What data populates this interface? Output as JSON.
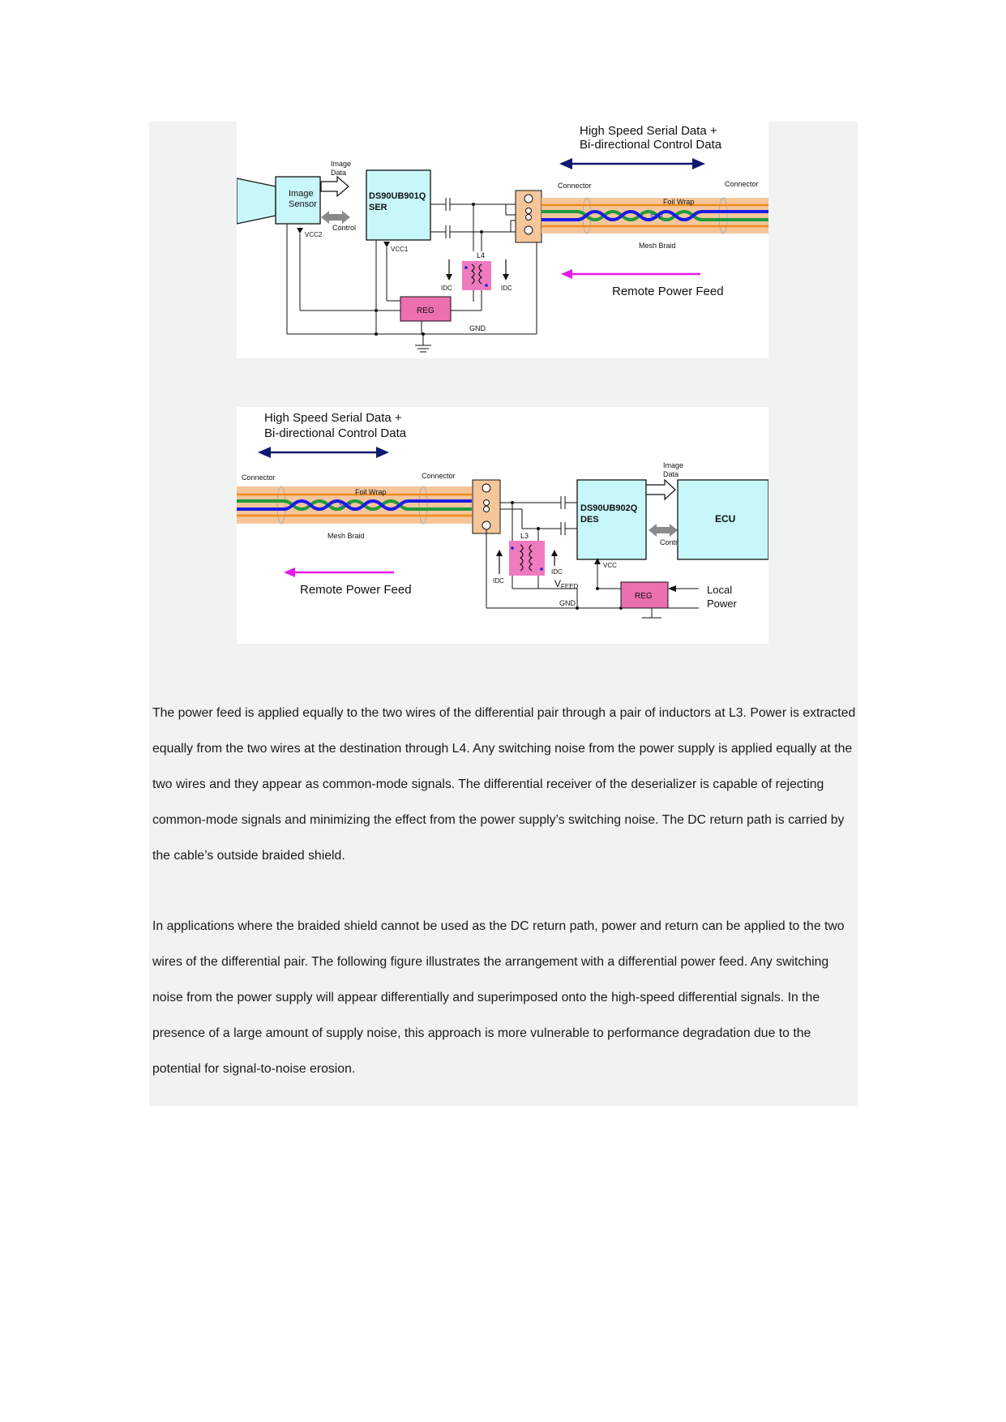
{
  "figure1": {
    "heading_line1": "High Speed Serial Data +",
    "heading_line2": "Bi-directional Control Data",
    "image_sensor_line1": "Image",
    "image_sensor_line2": "Sensor",
    "image_data_line1": "Image",
    "image_data_line2": "Data",
    "control": "Control",
    "vcc2": "VCC2",
    "vcc1": "VCC1",
    "chip_line1": "DS90UB901Q",
    "chip_line2": "SER",
    "connector_left": "Connector",
    "connector_right": "Connector",
    "foil_wrap": "Foil Wrap",
    "stp": "STP",
    "mesh_braid": "Mesh Braid",
    "inductor": "L4",
    "idc_left": "IDC",
    "idc_right": "IDC",
    "reg": "REG",
    "gnd": "GND",
    "remote_power_feed": "Remote Power Feed"
  },
  "figure2": {
    "heading_line1": "High Speed Serial Data +",
    "heading_line2": "Bi-directional Control Data",
    "connector_left": "Connector",
    "connector_right": "Connector",
    "foil_wrap": "Foil Wrap",
    "stp": "STP",
    "mesh_braid": "Mesh Braid",
    "remote_power_feed": "Remote Power Feed",
    "inductor": "L3",
    "idc_left": "IDC",
    "idc_right": "IDC",
    "vfeed_main": "V",
    "vfeed_sub": "FEED",
    "gnd": "GND",
    "chip_line1": "DS90UB902Q",
    "chip_line2": "DES",
    "vcc": "VCC",
    "image_data_line1": "Image",
    "image_data_line2": "Data",
    "control": "Control",
    "ecu": "ECU",
    "reg": "REG",
    "local_power_line1": "Local",
    "local_power_line2": "Power"
  },
  "paragraphs": {
    "p1": "The power feed is applied equally to the two wires of the differential pair through a pair of inductors at L3. Power is extracted equally from the two wires at the destination through L4. Any switching noise from the power supply is applied equally at the two wires and they appear as common-mode signals. The differential receiver of the deserializer is capable of rejecting common-mode signals and minimizing the effect from the power supply’s switching noise. The DC return path is carried by the cable’s outside braided shield.",
    "p2": "In applications where the braided shield cannot be used as the DC return path, power and return can be applied to the two wires of the differential pair. The following figure illustrates the arrangement with a differential power feed. Any switching noise from the power supply will appear differentially and superimposed onto the high-speed differential signals. In the presence of a large amount of supply noise, this approach is more vulnerable to performance degradation due to the potential for signal-to-noise erosion."
  },
  "colors": {
    "panel_bg": "#f1f3f2",
    "chip_fill": "#c8f7f9",
    "reg_fill": "#ec6fb0",
    "inductor_fill": "#f07ac0",
    "cable_fill": "#f5c69a",
    "wire_green": "#1f9a3c",
    "wire_blue": "#1b1be6",
    "wire_orange": "#f08a1c",
    "arrow_navy": "#0d1a6e",
    "arrow_magenta": "#e619e6"
  }
}
